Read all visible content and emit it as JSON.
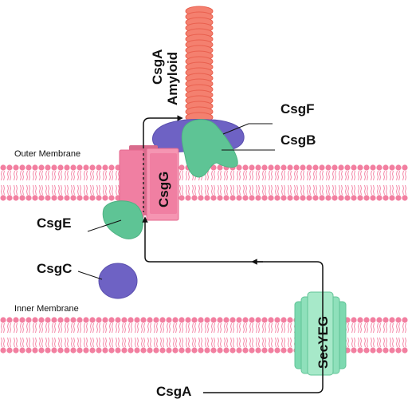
{
  "labels": {
    "outer_membrane": "Outer Membrane",
    "inner_membrane": "Inner Membrane",
    "csga_amyloid_line1": "CsgA",
    "csga_amyloid_line2": "Amyloid",
    "csgf": "CsgF",
    "csgb": "CsgB",
    "csgg": "CsgG",
    "csge": "CsgE",
    "csgc": "CsgC",
    "secyeg": "SecYEG",
    "csga": "CsgA"
  },
  "colors": {
    "membrane_pink": "#f27fa0",
    "membrane_tail": "#f48aa9",
    "amyloid": "#f4806f",
    "amyloid_dark": "#e9604f",
    "csgg": "#f07fa2",
    "csgg_dark": "#d86b8c",
    "csgb_green": "#5ec495",
    "csgf_purple": "#6e62c4",
    "secyeg": "#7dd9b0",
    "arrow": "#111111"
  }
}
